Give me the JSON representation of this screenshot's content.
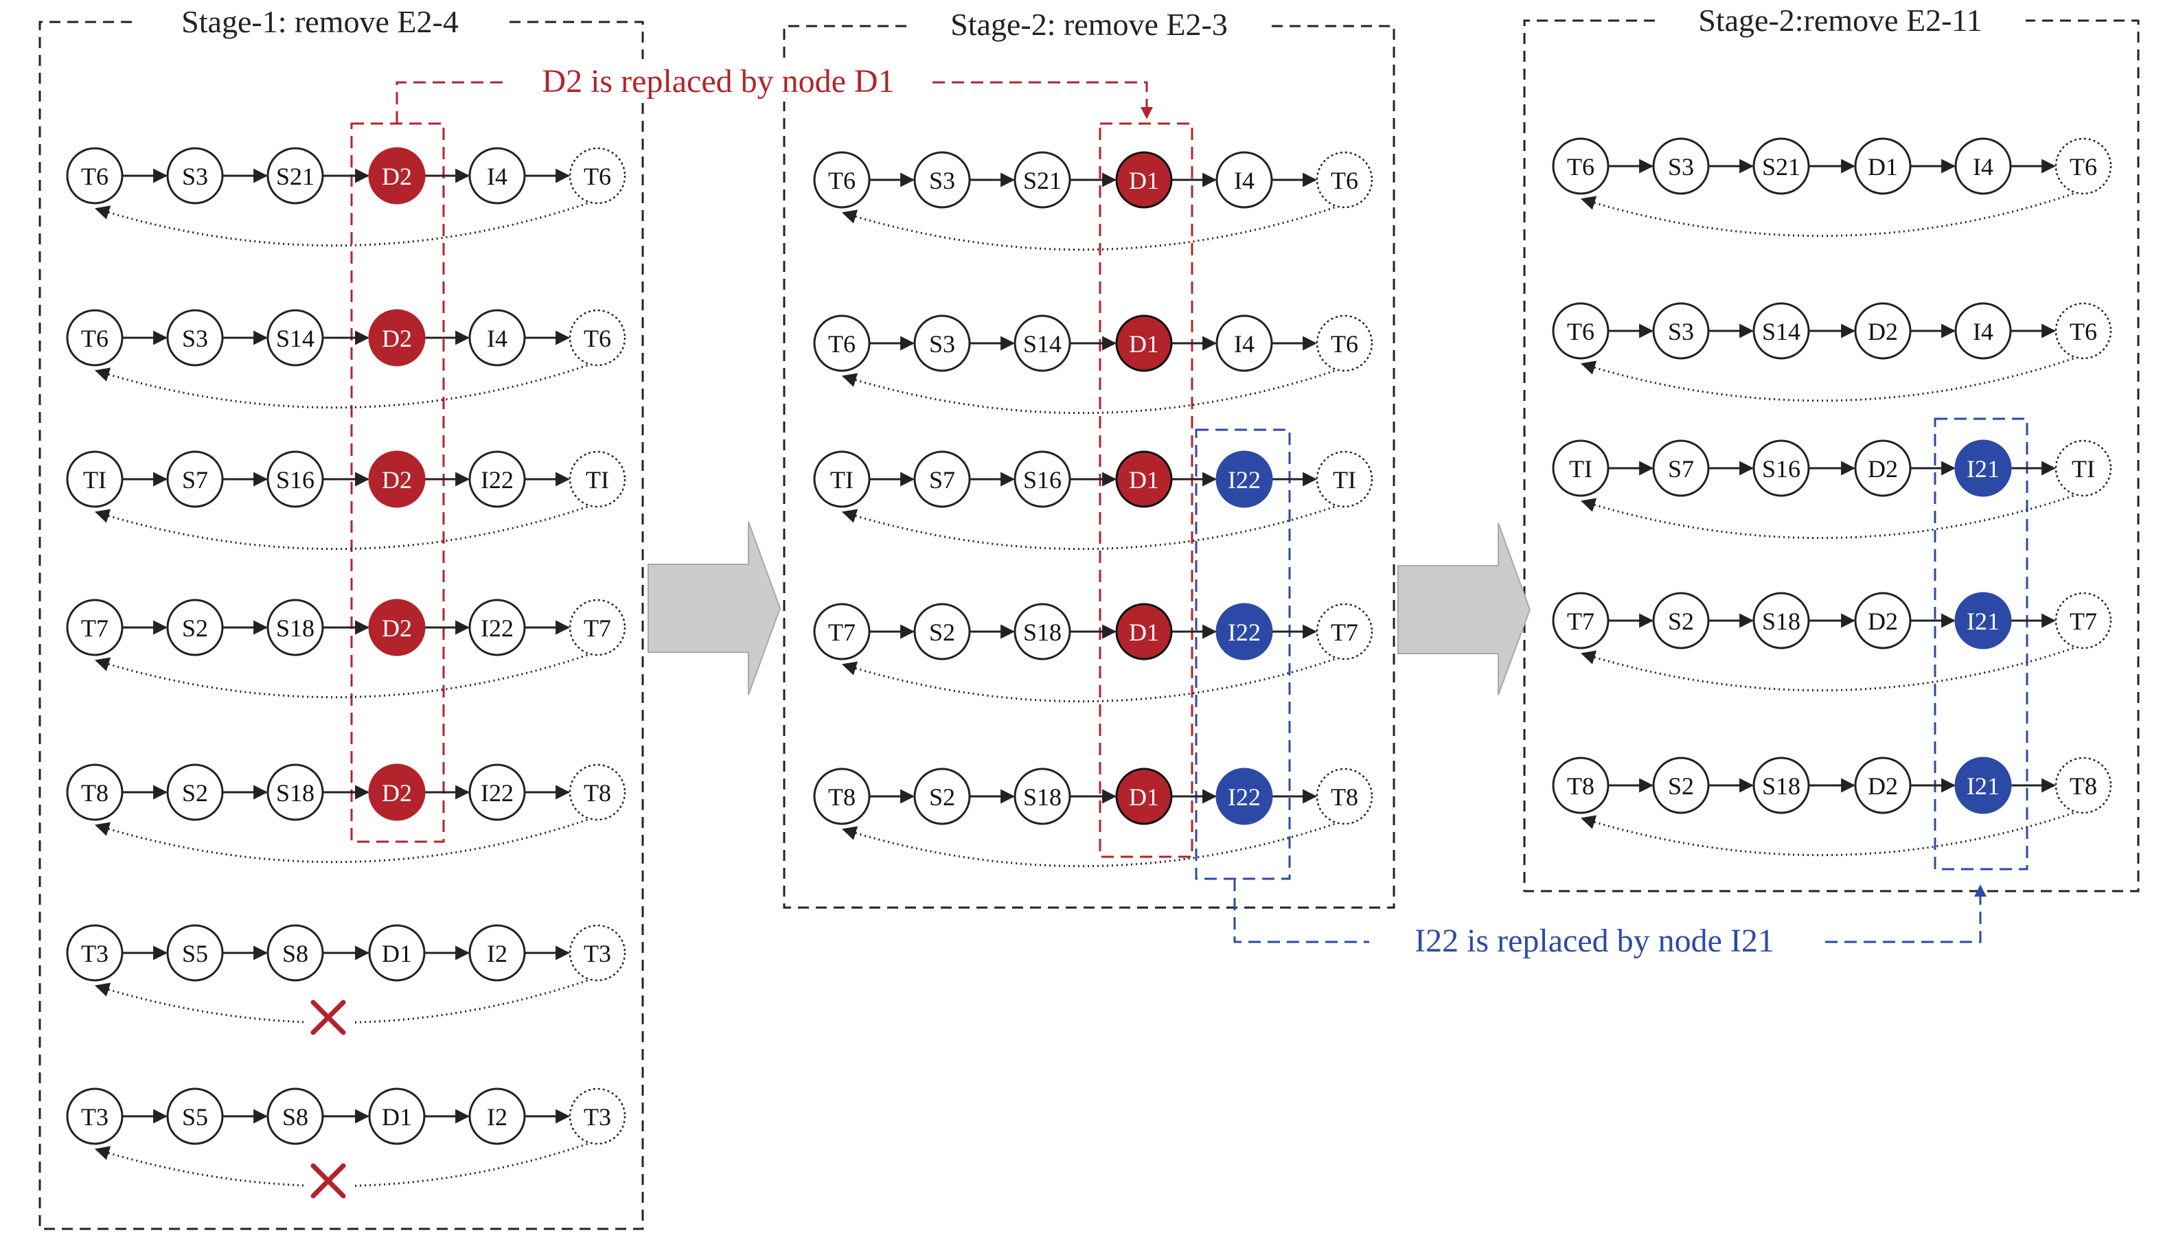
{
  "stages": [
    {
      "title": "Stage-1: remove E2-4",
      "chains": [
        {
          "nodes": [
            "T6",
            "S3",
            "S21",
            "D2",
            "I4",
            "T6"
          ],
          "highlight": {
            "3": "red"
          },
          "removed": false
        },
        {
          "nodes": [
            "T6",
            "S3",
            "S14",
            "D2",
            "I4",
            "T6"
          ],
          "highlight": {
            "3": "red"
          },
          "removed": false
        },
        {
          "nodes": [
            "TI",
            "S7",
            "S16",
            "D2",
            "I22",
            "TI"
          ],
          "highlight": {
            "3": "red"
          },
          "removed": false
        },
        {
          "nodes": [
            "T7",
            "S2",
            "S18",
            "D2",
            "I22",
            "T7"
          ],
          "highlight": {
            "3": "red"
          },
          "removed": false
        },
        {
          "nodes": [
            "T8",
            "S2",
            "S18",
            "D2",
            "I22",
            "T8"
          ],
          "highlight": {
            "3": "red"
          },
          "removed": false
        },
        {
          "nodes": [
            "T3",
            "S5",
            "S8",
            "D1",
            "I2",
            "T3"
          ],
          "highlight": {},
          "removed": true
        },
        {
          "nodes": [
            "T3",
            "S5",
            "S8",
            "D1",
            "I2",
            "T3"
          ],
          "highlight": {},
          "removed": true
        }
      ]
    },
    {
      "title": "Stage-2: remove E2-3",
      "chains": [
        {
          "nodes": [
            "T6",
            "S3",
            "S21",
            "D1",
            "I4",
            "T6"
          ],
          "highlight": {
            "3": "red"
          },
          "removed": false
        },
        {
          "nodes": [
            "T6",
            "S3",
            "S14",
            "D1",
            "I4",
            "T6"
          ],
          "highlight": {
            "3": "red"
          },
          "removed": false
        },
        {
          "nodes": [
            "TI",
            "S7",
            "S16",
            "D1",
            "I22",
            "TI"
          ],
          "highlight": {
            "3": "red",
            "4": "blue"
          },
          "removed": false
        },
        {
          "nodes": [
            "T7",
            "S2",
            "S18",
            "D1",
            "I22",
            "T7"
          ],
          "highlight": {
            "3": "red",
            "4": "blue"
          },
          "removed": false
        },
        {
          "nodes": [
            "T8",
            "S2",
            "S18",
            "D1",
            "I22",
            "T8"
          ],
          "highlight": {
            "3": "red",
            "4": "blue"
          },
          "removed": false
        }
      ]
    },
    {
      "title": "Stage-2:remove E2-11",
      "chains": [
        {
          "nodes": [
            "T6",
            "S3",
            "S21",
            "D1",
            "I4",
            "T6"
          ],
          "highlight": {},
          "removed": false
        },
        {
          "nodes": [
            "T6",
            "S3",
            "S14",
            "D2",
            "I4",
            "T6"
          ],
          "highlight": {},
          "removed": false
        },
        {
          "nodes": [
            "TI",
            "S7",
            "S16",
            "D2",
            "I21",
            "TI"
          ],
          "highlight": {
            "4": "blue"
          },
          "removed": false
        },
        {
          "nodes": [
            "T7",
            "S2",
            "S18",
            "D2",
            "I21",
            "T7"
          ],
          "highlight": {
            "4": "blue"
          },
          "removed": false
        },
        {
          "nodes": [
            "T8",
            "S2",
            "S18",
            "D2",
            "I21",
            "T8"
          ],
          "highlight": {
            "4": "blue"
          },
          "removed": false
        }
      ]
    }
  ],
  "annotations": {
    "d2_replacement": "D2 is replaced by node D1",
    "i22_replacement": "I22 is replaced by node I21"
  },
  "colors": {
    "red": "#b3232b",
    "blue": "#2c4aa5",
    "arrow_fill": "#cccccc",
    "line": "#222222"
  }
}
